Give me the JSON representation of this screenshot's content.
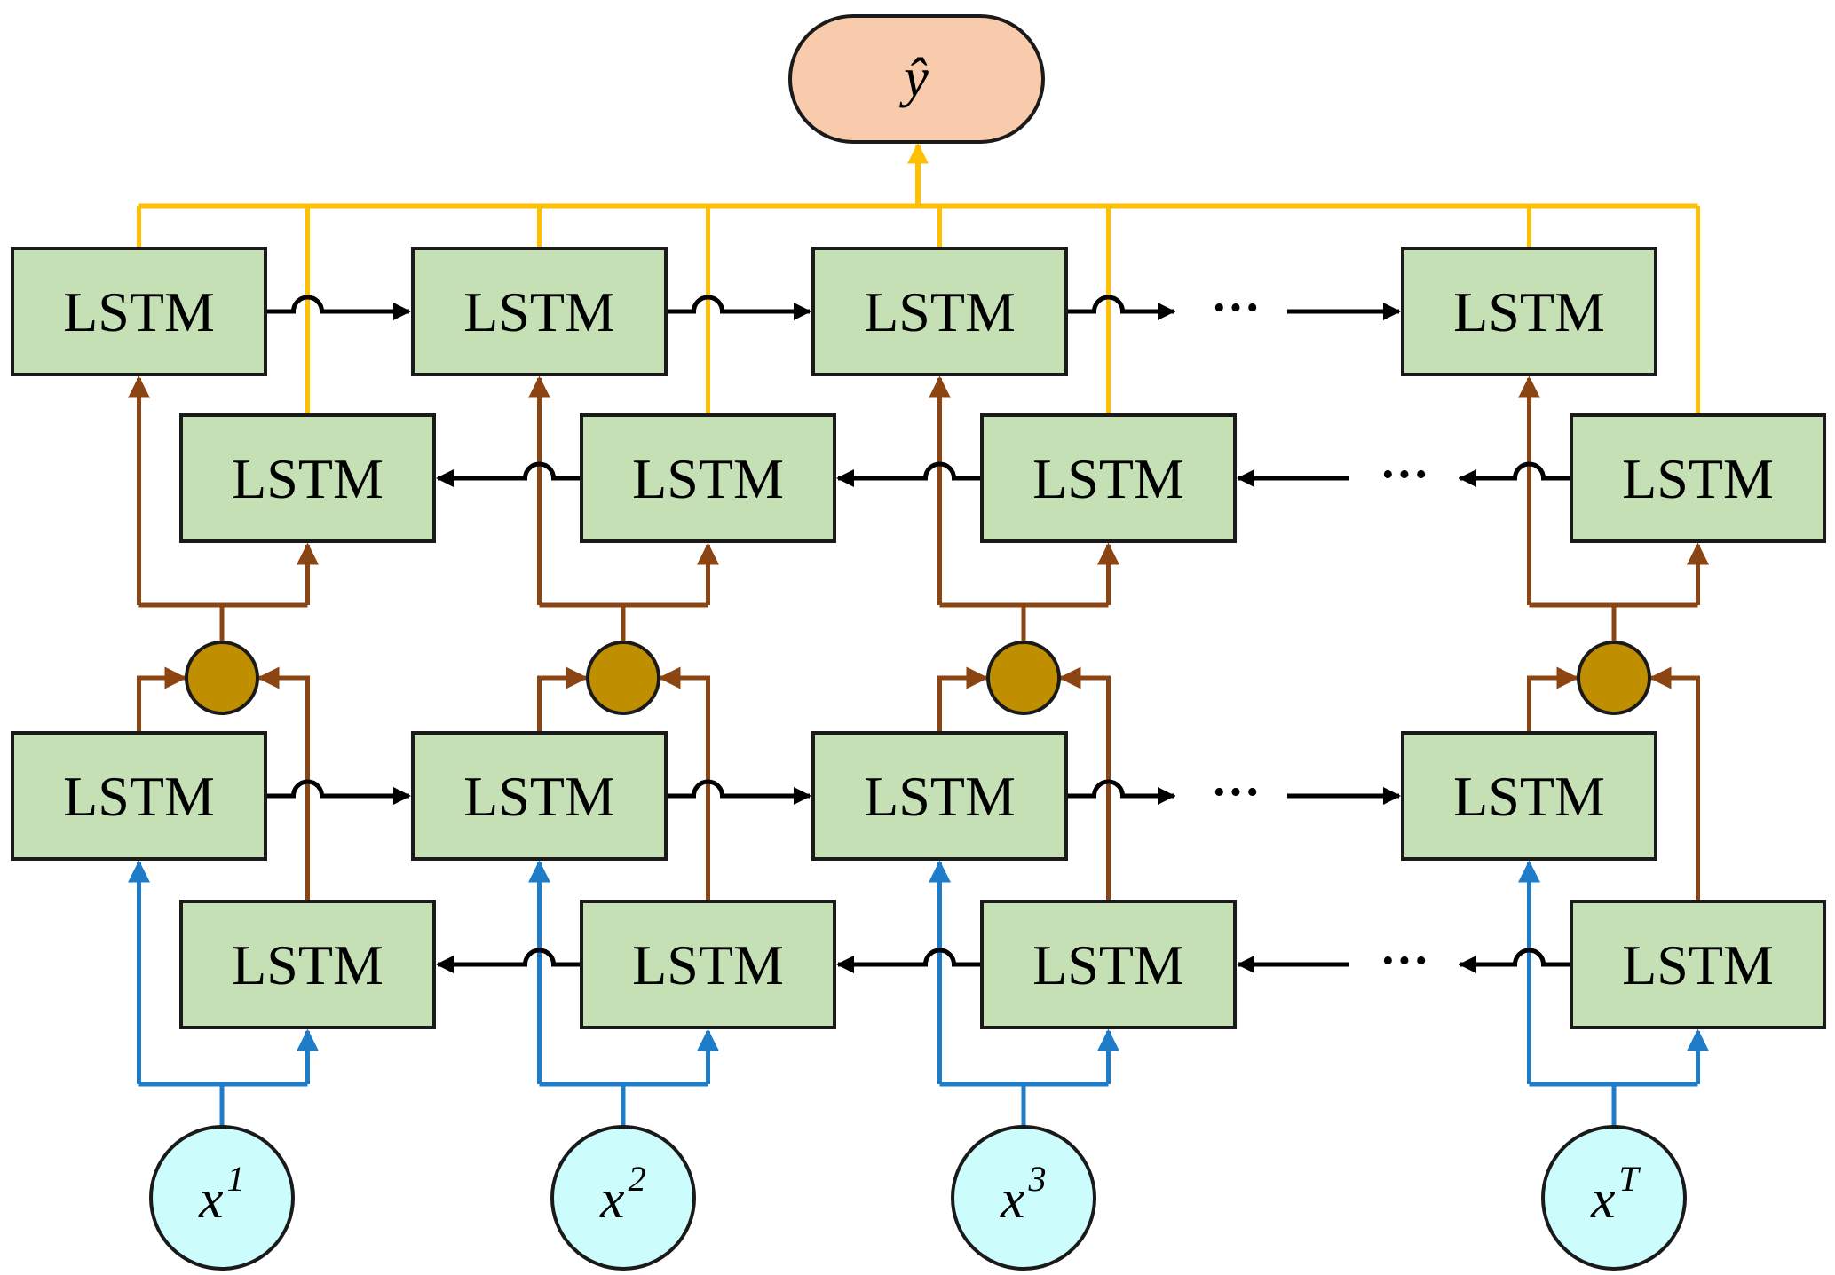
{
  "output_node": {
    "label": "ŷ"
  },
  "lstm_label": "LSTM",
  "ellipsis": "···",
  "inputs": [
    {
      "base": "x",
      "sup": "1"
    },
    {
      "base": "x",
      "sup": "2"
    },
    {
      "base": "x",
      "sup": "3"
    },
    {
      "base": "x",
      "sup": "T"
    }
  ],
  "colors": {
    "lstm_fill": "#c5e0b4",
    "output_fill": "#f8cbad",
    "input_fill": "#ccfcfc",
    "merge_fill": "#bf8f00",
    "output_arrow": "#ffc000",
    "merge_arrow": "#8b4513",
    "input_arrow": "#1e7cc8",
    "recurrent_arrow": "#000000"
  }
}
